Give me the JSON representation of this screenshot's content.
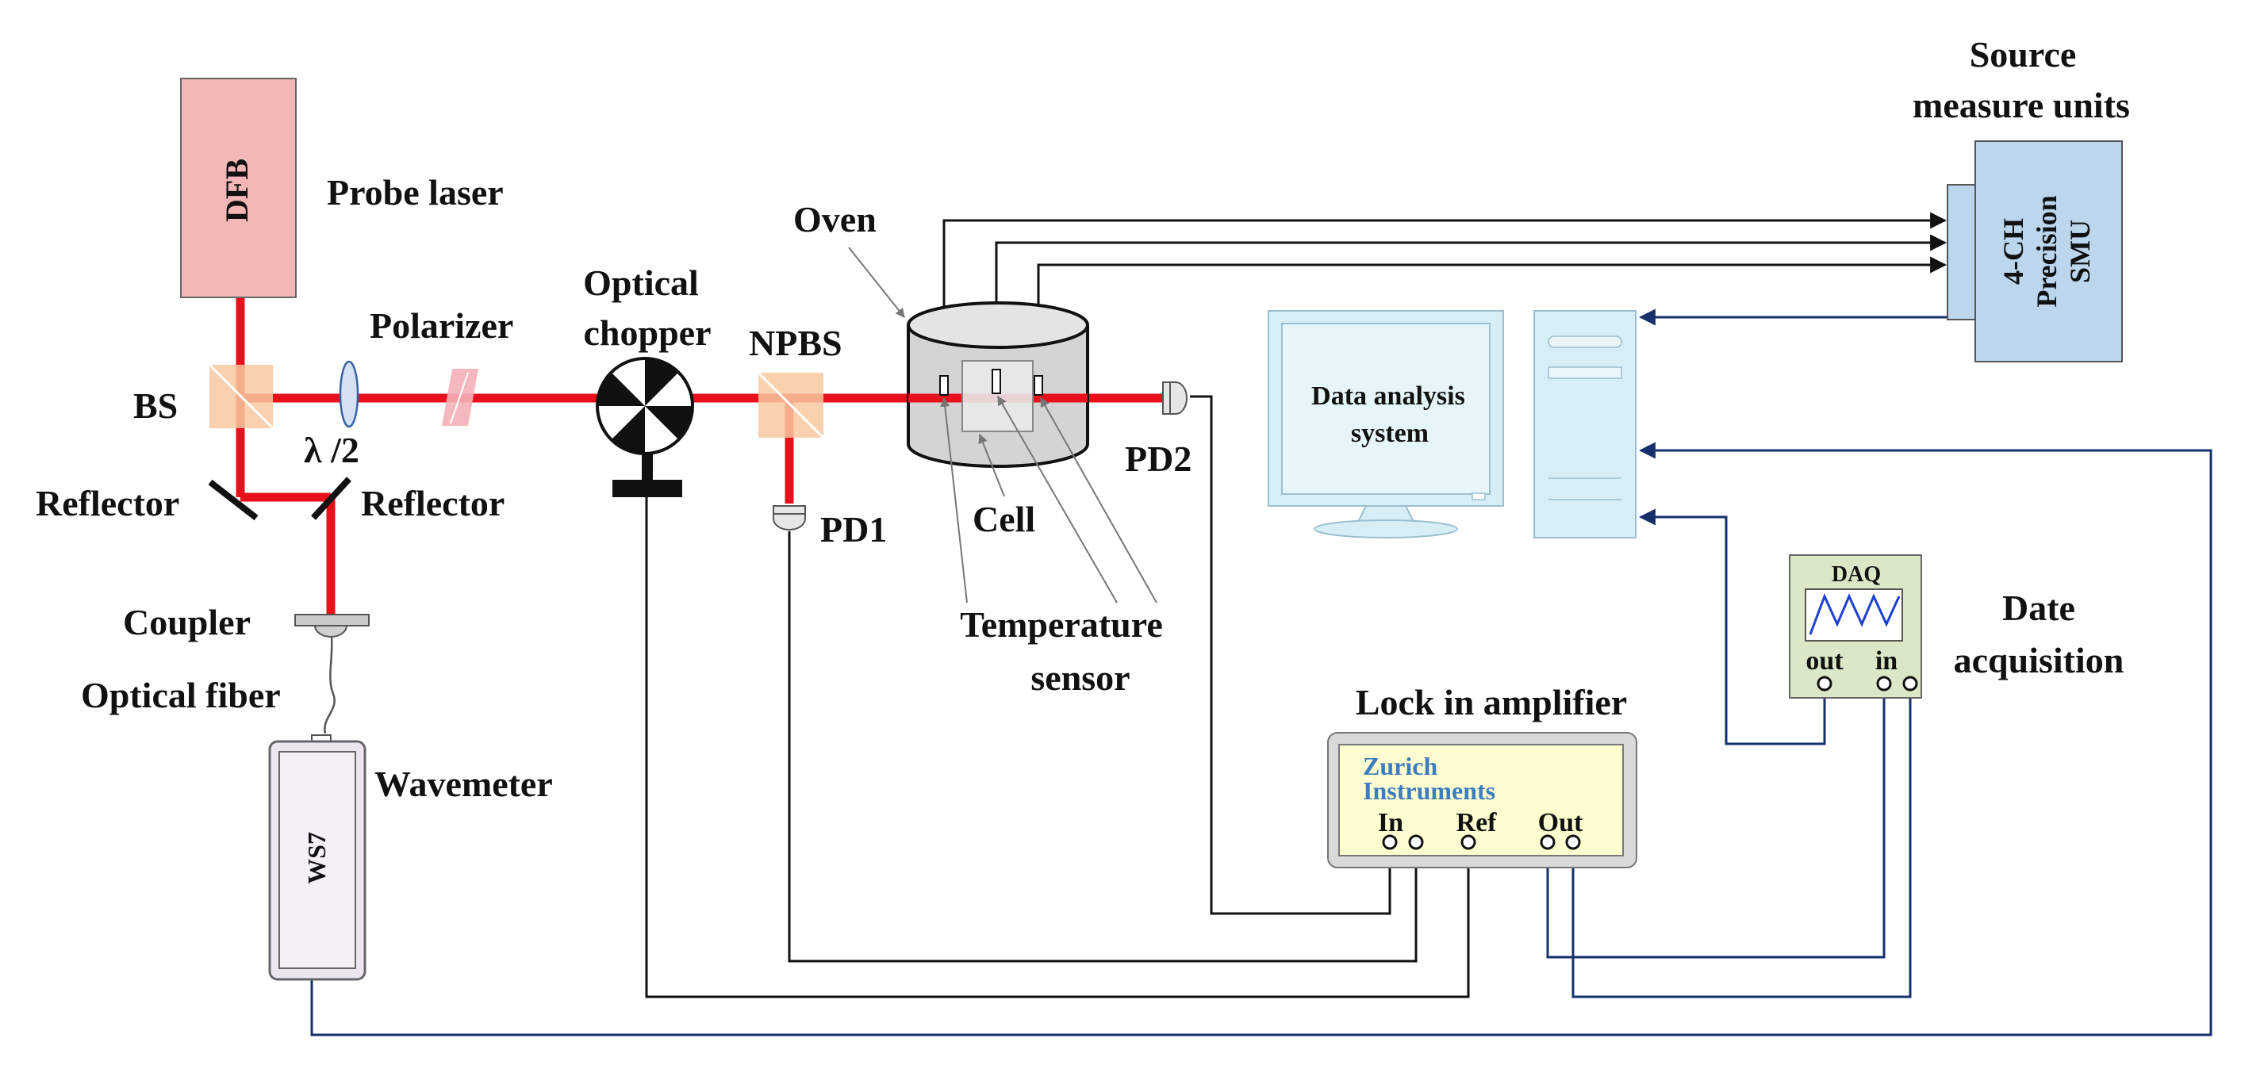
{
  "labels": {
    "probe_laser": "Probe laser",
    "dfb": "DFB",
    "bs": "BS",
    "half_wave_plate": "λ /2",
    "polarizer": "Polarizer",
    "optical_chopper_line1": "Optical",
    "optical_chopper_line2": "chopper",
    "npbs": "NPBS",
    "oven": "Oven",
    "cell": "Cell",
    "pd1": "PD1",
    "pd2": "PD2",
    "reflector_left": "Reflector",
    "reflector_right": "Reflector",
    "coupler": "Coupler",
    "optical_fiber": "Optical fiber",
    "wavemeter": "Wavemeter",
    "ws7": "WS7",
    "temperature_sensor_line1": "Temperature",
    "temperature_sensor_line2": "sensor",
    "source_measure_units_line1": "Source",
    "source_measure_units_line2": "measure units",
    "smu_line1": "4-CH",
    "smu_line2": "Precision",
    "smu_line3": "SMU",
    "data_analysis_line1": "Data analysis",
    "data_analysis_line2": "system",
    "daq": "DAQ",
    "daq_out": "out",
    "daq_in": "in",
    "date_acquisition_line1": "Date",
    "date_acquisition_line2": "acquisition",
    "lock_in_amplifier": "Lock in amplifier",
    "zurich_line1": "Zurich",
    "zurich_line2": "Instruments",
    "lia_in": "In",
    "lia_ref": "Ref",
    "lia_out": "Out"
  },
  "colors": {
    "laser_beam": "#e8101a",
    "signal_black": "#111111",
    "signal_blue": "#16306b",
    "dfb_fill": "#f4b7b7",
    "bs_fill": "#f8c9a0",
    "smu_fill": "#bcd6ee",
    "computer_fill": "#d8eef6",
    "daq_fill": "#dbe8c7",
    "lia_fill": "#fefdcf",
    "wavemeter_fill": "#ece6f1",
    "zurich_text": "#3d7cc0"
  }
}
